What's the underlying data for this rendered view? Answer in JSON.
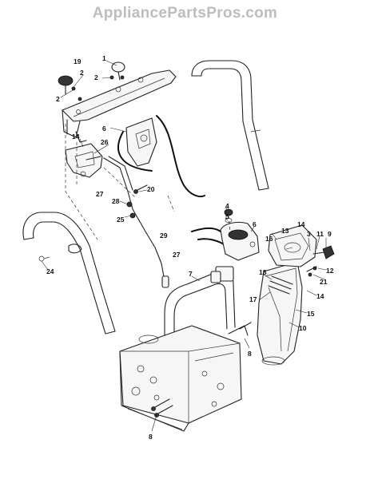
{
  "watermark": "AppliancePartsPros.com",
  "callouts": [
    {
      "label": "1"
    },
    {
      "label": "2"
    },
    {
      "label": "19"
    },
    {
      "label": "2"
    },
    {
      "label": "2"
    },
    {
      "label": "6"
    },
    {
      "label": "14"
    },
    {
      "label": "26"
    },
    {
      "label": "27"
    },
    {
      "label": "20"
    },
    {
      "label": "28"
    },
    {
      "label": "25"
    },
    {
      "label": "29"
    },
    {
      "label": "27"
    },
    {
      "label": "24"
    },
    {
      "label": "4"
    },
    {
      "label": "5"
    },
    {
      "label": "6"
    },
    {
      "label": "7"
    },
    {
      "label": "14"
    },
    {
      "label": "13"
    },
    {
      "label": "16"
    },
    {
      "label": "3"
    },
    {
      "label": "11"
    },
    {
      "label": "9"
    },
    {
      "label": "12"
    },
    {
      "label": "21"
    },
    {
      "label": "18"
    },
    {
      "label": "17"
    },
    {
      "label": "14"
    },
    {
      "label": "15"
    },
    {
      "label": "10"
    },
    {
      "label": "8"
    },
    {
      "label": "8"
    }
  ]
}
